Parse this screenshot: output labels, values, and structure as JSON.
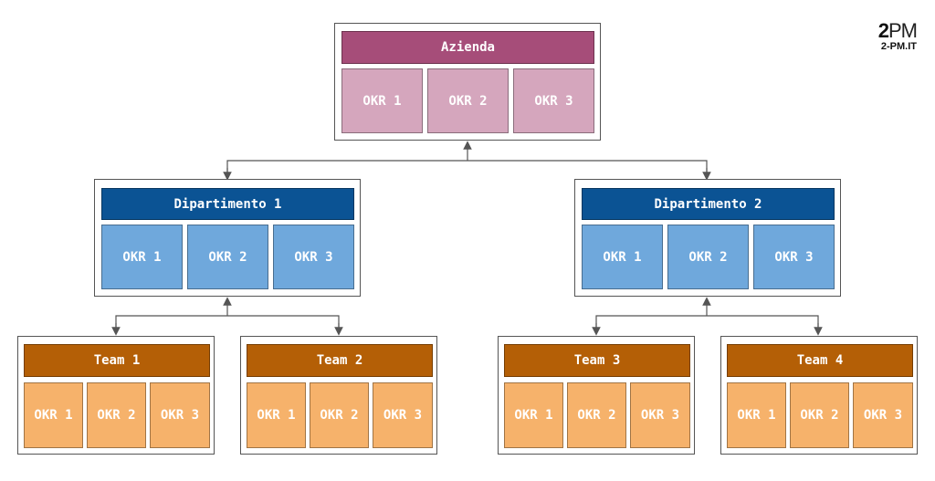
{
  "logo": {
    "mark_bold": "2",
    "mark_light": "PM",
    "site": "2-PM.IT"
  },
  "company": {
    "title": "Azienda",
    "okrs": [
      "OKR 1",
      "OKR 2",
      "OKR 3"
    ]
  },
  "departments": [
    {
      "title": "Dipartimento 1",
      "okrs": [
        "OKR 1",
        "OKR 2",
        "OKR 3"
      ]
    },
    {
      "title": "Dipartimento 2",
      "okrs": [
        "OKR 1",
        "OKR 2",
        "OKR 3"
      ]
    }
  ],
  "teams": [
    {
      "title": "Team 1",
      "okrs": [
        "OKR 1",
        "OKR 2",
        "OKR 3"
      ]
    },
    {
      "title": "Team 2",
      "okrs": [
        "OKR 1",
        "OKR 2",
        "OKR 3"
      ]
    },
    {
      "title": "Team 3",
      "okrs": [
        "OKR 1",
        "OKR 2",
        "OKR 3"
      ]
    },
    {
      "title": "Team 4",
      "okrs": [
        "OKR 1",
        "OKR 2",
        "OKR 3"
      ]
    }
  ],
  "colors": {
    "company_header": "#a64d79",
    "company_okr": "#d5a6bd",
    "department_header": "#0b5394",
    "department_okr": "#6fa8dc",
    "team_header": "#b45f06",
    "team_okr": "#f6b26b",
    "connector": "#555555"
  }
}
